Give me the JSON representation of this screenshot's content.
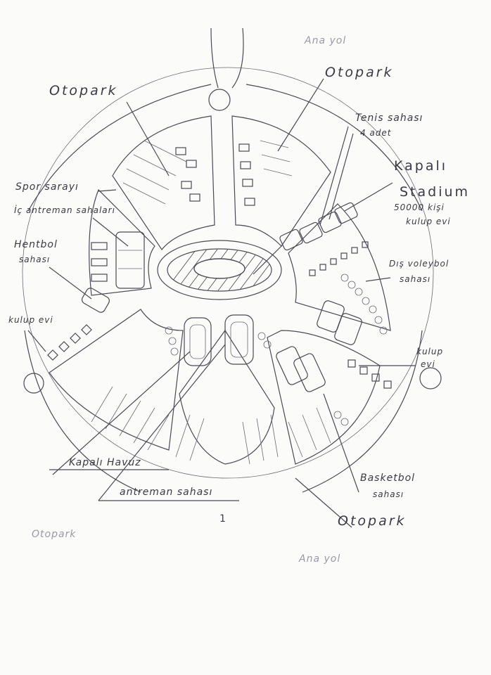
{
  "labels": {
    "ana_yol_top": "Ana yol",
    "otopark_top_right": "Otopark",
    "otopark_top_left": "Otopark",
    "tenis_line1": "Tenis sahası",
    "tenis_line2": "4 adet",
    "kapali_stadium_line1": "Kapalı",
    "kapali_stadium_line2": "Stadium",
    "capacity": "50000 kişi",
    "kulup_evi_top_right": "kulup evi",
    "spor_sarayi": "Spor sarayı",
    "ic_antreman": "İç antreman sahaları",
    "hentbol_line1": "Hentbol",
    "hentbol_line2": "sahası",
    "kulup_evi_left": "kulup evi",
    "dis_voleybol_line1": "Dış voleybol",
    "dis_voleybol_line2": "sahası",
    "kulup_evi_right_line1": "kulup",
    "kulup_evi_right_line2": "evi",
    "kapali_havuz": "Kapalı Havuz",
    "antreman_sahasi": "antreman sahası",
    "basketbol_line1": "Basketbol",
    "basketbol_line2": "sahası",
    "otopark_bottom_right": "Otopark",
    "page_number": "1",
    "otopark_faint": "Otopark",
    "ana_yol_faint": "Ana yol"
  }
}
